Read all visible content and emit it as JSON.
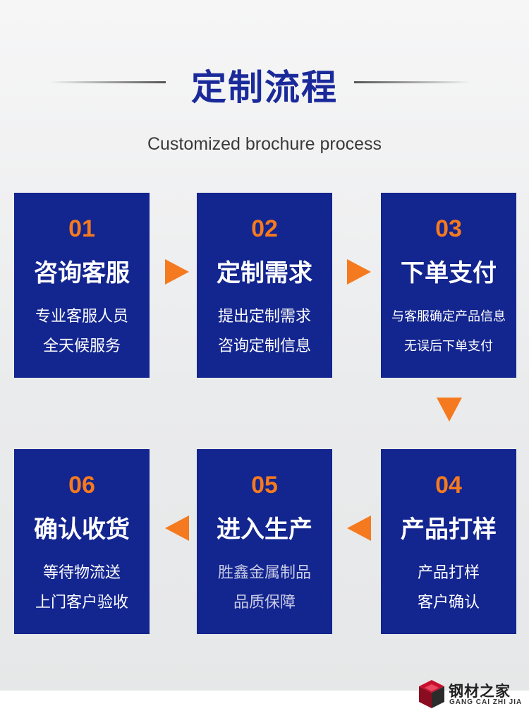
{
  "header": {
    "title": "定制流程",
    "subtitle": "Customized brochure process"
  },
  "steps": [
    {
      "num": "01",
      "name": "咨询客服",
      "line1": "专业客服人员",
      "line2": "全天候服务"
    },
    {
      "num": "02",
      "name": "定制需求",
      "line1": "提出定制需求",
      "line2": "咨询定制信息"
    },
    {
      "num": "03",
      "name": "下单支付",
      "line1": "与客服确定产品信息",
      "line2": "无误后下单支付"
    },
    {
      "num": "04",
      "name": "产品打样",
      "line1": "产品打样",
      "line2": "客户确认"
    },
    {
      "num": "05",
      "name": "进入生产",
      "line1": "胜鑫金属制品",
      "line2": "品质保障"
    },
    {
      "num": "06",
      "name": "确认收货",
      "line1": "等待物流送",
      "line2": "上门客户验收"
    }
  ],
  "watermark": {
    "name_cn": "钢材之家",
    "name_en": "GANG CAI ZHI JIA"
  },
  "colors": {
    "card": "#13258f",
    "accent": "#f57a1f",
    "title": "#1b2a9a"
  },
  "icons": {
    "arrow": "triangle-arrow-icon",
    "logo": "cube-logo-icon"
  }
}
